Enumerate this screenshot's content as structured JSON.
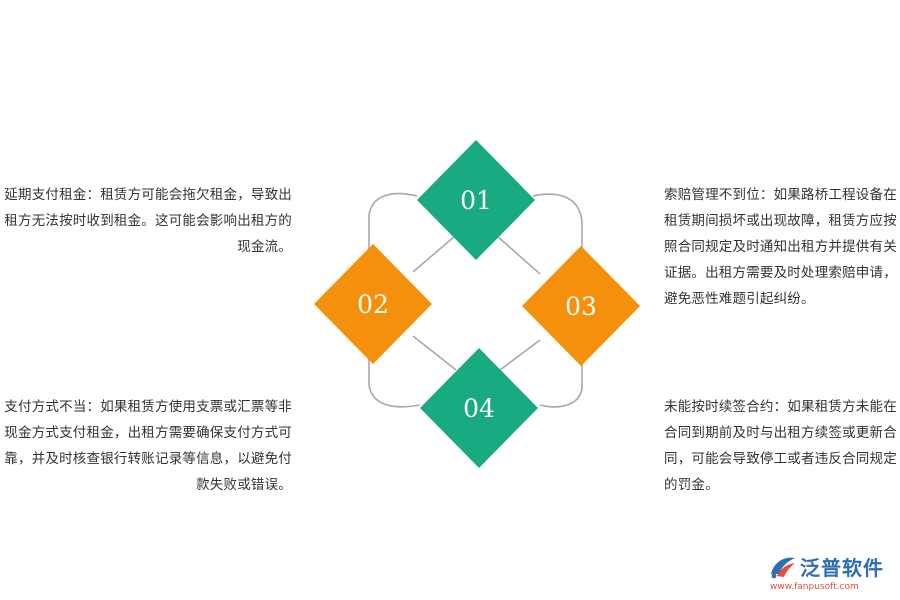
{
  "items": [
    {
      "number": "01",
      "color": "#1aaa82",
      "text": "延期支付租金：租赁方可能会拖欠租金，导致出租方无法按时收到租金。这可能会影响出租方的现金流。"
    },
    {
      "number": "02",
      "color": "#f5900c",
      "text": "支付方式不当：如果租赁方使用支票或汇票等非现金方式支付租金，出租方需要确保支付方式可靠，并及时核查银行转账记录等信息，以避免付款失败或错误。"
    },
    {
      "number": "03",
      "color": "#f5900c",
      "text": "索赔管理不到位：如果路桥工程设备在租赁期间损坏或出现故障，租赁方应按照合同规定及时通知出租方并提供有关证据。出租方需要及时处理索赔申请，避免恶性难题引起纠纷。"
    },
    {
      "number": "04",
      "color": "#1aaa82",
      "text": "未能按时续签合约：如果租赁方未能在合同到期前及时与出租方续签或更新合同，可能会导致停工或者违反合同规定的罚金。"
    }
  ],
  "connector_color": "#a8a8a8",
  "logo": {
    "name": "泛普软件",
    "url": "www.fanpusoft.com",
    "brand_color": "#2f6db6",
    "url_color": "#e0503a",
    "icon": "fanpu-logo-icon"
  }
}
